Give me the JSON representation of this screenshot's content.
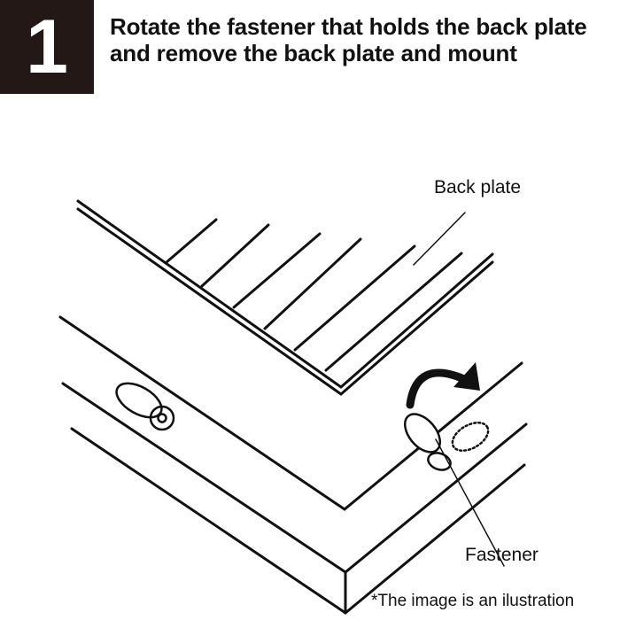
{
  "step": {
    "number": "1",
    "title": "Rotate the fastener that holds the back plate and remove the back plate and mount"
  },
  "labels": {
    "back_plate": "Back plate",
    "fastener": "Fastener"
  },
  "footnote": "*The image is an ilustration",
  "colors": {
    "step_box": "#231815",
    "line": "#111111"
  }
}
